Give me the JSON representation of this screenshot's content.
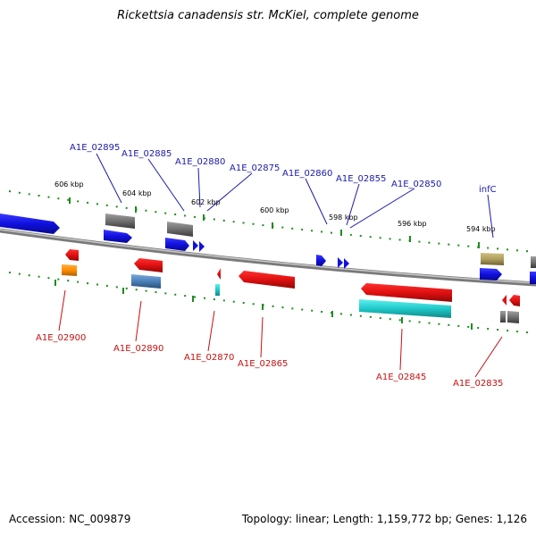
{
  "title": "Rickettsia canadensis str. McKiel, complete genome",
  "accession": "Accession: NC_009879",
  "topology": "Topology: linear; Length: 1,159,772 bp; Genes: 1,126",
  "kbp_labels": [
    "606 kbp",
    "604 kbp",
    "602 kbp",
    "600 kbp",
    "598 kbp",
    "596 kbp",
    "594 kbp"
  ],
  "forward_labels": [
    "A1E_02895",
    "A1E_02885",
    "A1E_02880",
    "A1E_02875",
    "A1E_02860",
    "A1E_02855",
    "A1E_02850",
    "infC"
  ],
  "reverse_labels": [
    "A1E_02900",
    "A1E_02890",
    "A1E_02870",
    "A1E_02865",
    "A1E_02845",
    "A1E_02835"
  ],
  "colors": {
    "forward_label": "#1a1aa8",
    "reverse_label": "#c81010",
    "forward_gene": "#1010e0",
    "reverse_gene": "#e01010",
    "rrna": "#20c8c8",
    "gray": "#707070",
    "steel": "#4a7fb8",
    "orange": "#ff8c00",
    "olive": "#b0a060",
    "backbone": "#8a8a8a",
    "tick": "#1e8c1e"
  }
}
